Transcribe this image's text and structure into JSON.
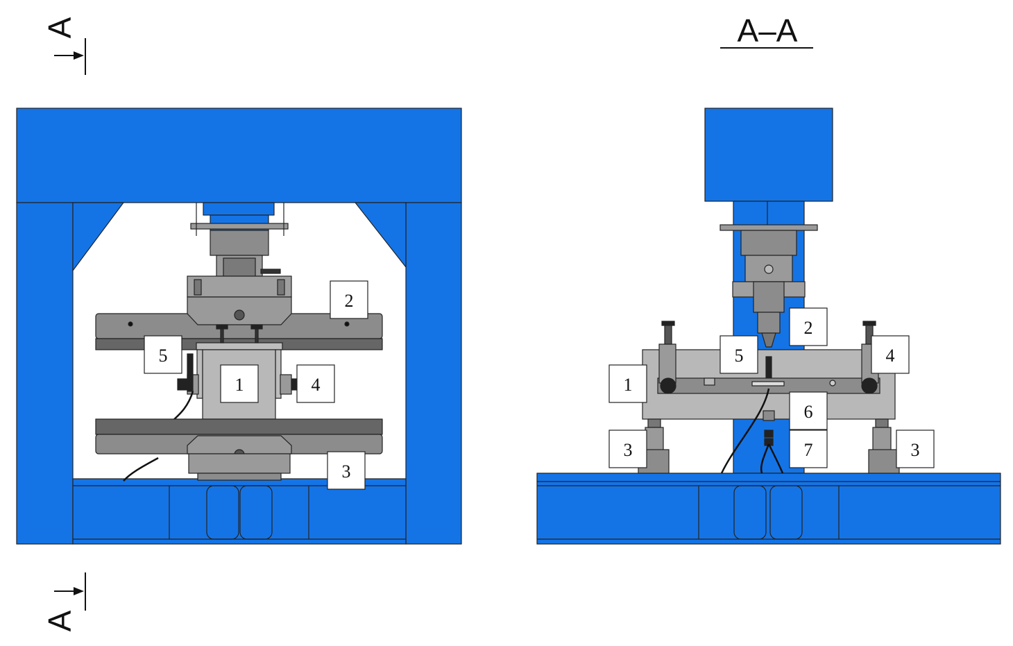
{
  "section_title": "A–A",
  "section_marker": "A",
  "colors": {
    "frame": "#1474e6",
    "steel": "#8c8c8c",
    "steel_dark": "#5f5f5f",
    "steel_light": "#b4b4b4",
    "outline": "#222222"
  },
  "left_view": {
    "labels": [
      "1",
      "2",
      "3",
      "4",
      "5"
    ]
  },
  "right_view": {
    "labels": [
      "1",
      "2",
      "3",
      "3",
      "4",
      "5",
      "6",
      "7"
    ]
  }
}
